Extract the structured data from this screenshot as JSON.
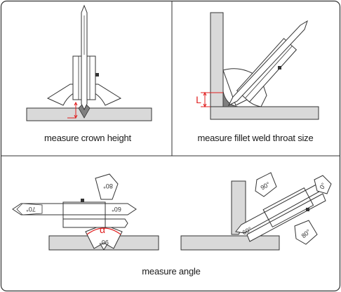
{
  "panels": {
    "crown": {
      "caption": "measure crown height"
    },
    "fillet": {
      "caption": "measure fillet weld throat size",
      "dimension_label": "L"
    },
    "angle": {
      "caption": "measure angle",
      "alpha_label": "α",
      "left_scale_labels": [
        "80°",
        "70°",
        "60°",
        "90°"
      ],
      "right_scale_labels": [
        "90°",
        "0°",
        "60°",
        "80°"
      ]
    }
  },
  "colors": {
    "accent": "#e02020",
    "weld": "#7f7f7f",
    "plate": "#d9d9d9",
    "line": "#2a2a2a"
  }
}
